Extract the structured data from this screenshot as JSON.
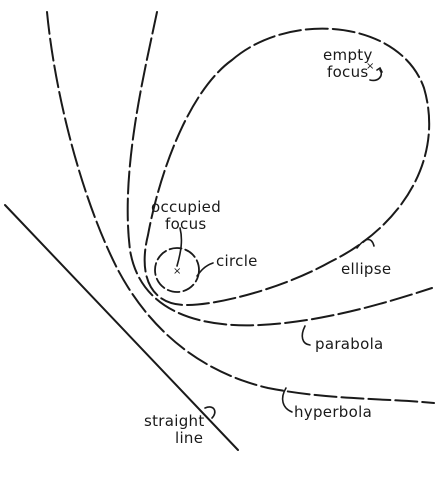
{
  "labels": {
    "empty_focus_line1": "empty",
    "empty_focus_line2": "focus",
    "occupied_focus_line1": "occupied",
    "occupied_focus_line2": "focus",
    "circle": "circle",
    "ellipse": "ellipse",
    "parabola": "parabola",
    "hyperbola": "hyperbola",
    "straight_line_line1": "straight",
    "straight_line_line2": "line"
  },
  "focus_mark": "×"
}
